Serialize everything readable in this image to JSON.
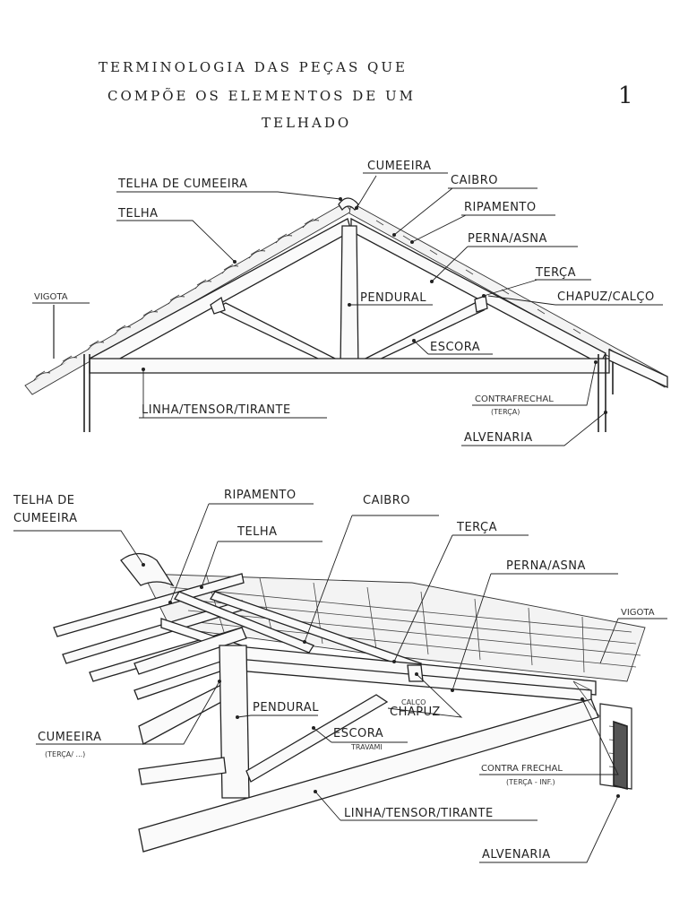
{
  "page": {
    "title_lines": [
      "TERMINOLOGIA DAS PEÇAS QUE",
      "COMPÕE OS ELEMENTOS DE UM",
      "TELHADO"
    ],
    "page_number": "1"
  },
  "elevation": {
    "labels": {
      "telha_cumeeira": "TELHA DE CUMEEIRA",
      "cumeeira": "CUMEEIRA",
      "caibro": "CAIBRO",
      "ripamento": "RIPAMENTO",
      "perna_asna": "PERNA/ASNA",
      "terca": "TERÇA",
      "chapuz": "CHAPUZ/CALÇO",
      "telha": "TELHA",
      "vigota": "VIGOTA",
      "pendural": "PENDURAL",
      "escora": "ESCORA",
      "linha": "LINHA/TENSOR/TIRANTE",
      "contrafrechal": "CONTRAFRECHAL",
      "contrafrechal_sub": "(TERÇA)",
      "alvenaria": "ALVENARIA"
    }
  },
  "perspective": {
    "labels": {
      "telha_cumeeira_1": "TELHA DE",
      "telha_cumeeira_2": "CUMEEIRA",
      "ripamento": "RIPAMENTO",
      "caibro": "CAIBRO",
      "telha": "TELHA",
      "terca": "TERÇA",
      "perna_asna": "PERNA/ASNA",
      "vigota": "VIGOTA",
      "calco": "CALÇO",
      "chapuz": "CHAPUZ",
      "pendural": "PENDURAL",
      "escora": "ESCORA",
      "travamento": "TRAVAMI",
      "cumeeira": "CUMEEIRA",
      "cumeeira_sub": "(TERÇA/ ...)",
      "contrafrechal": "CONTRA FRECHAL",
      "contrafrechal_sub": "(TERÇA - INF.)",
      "linha": "LINHA/TENSOR/TIRANTE",
      "alvenaria": "ALVENARIA"
    }
  }
}
